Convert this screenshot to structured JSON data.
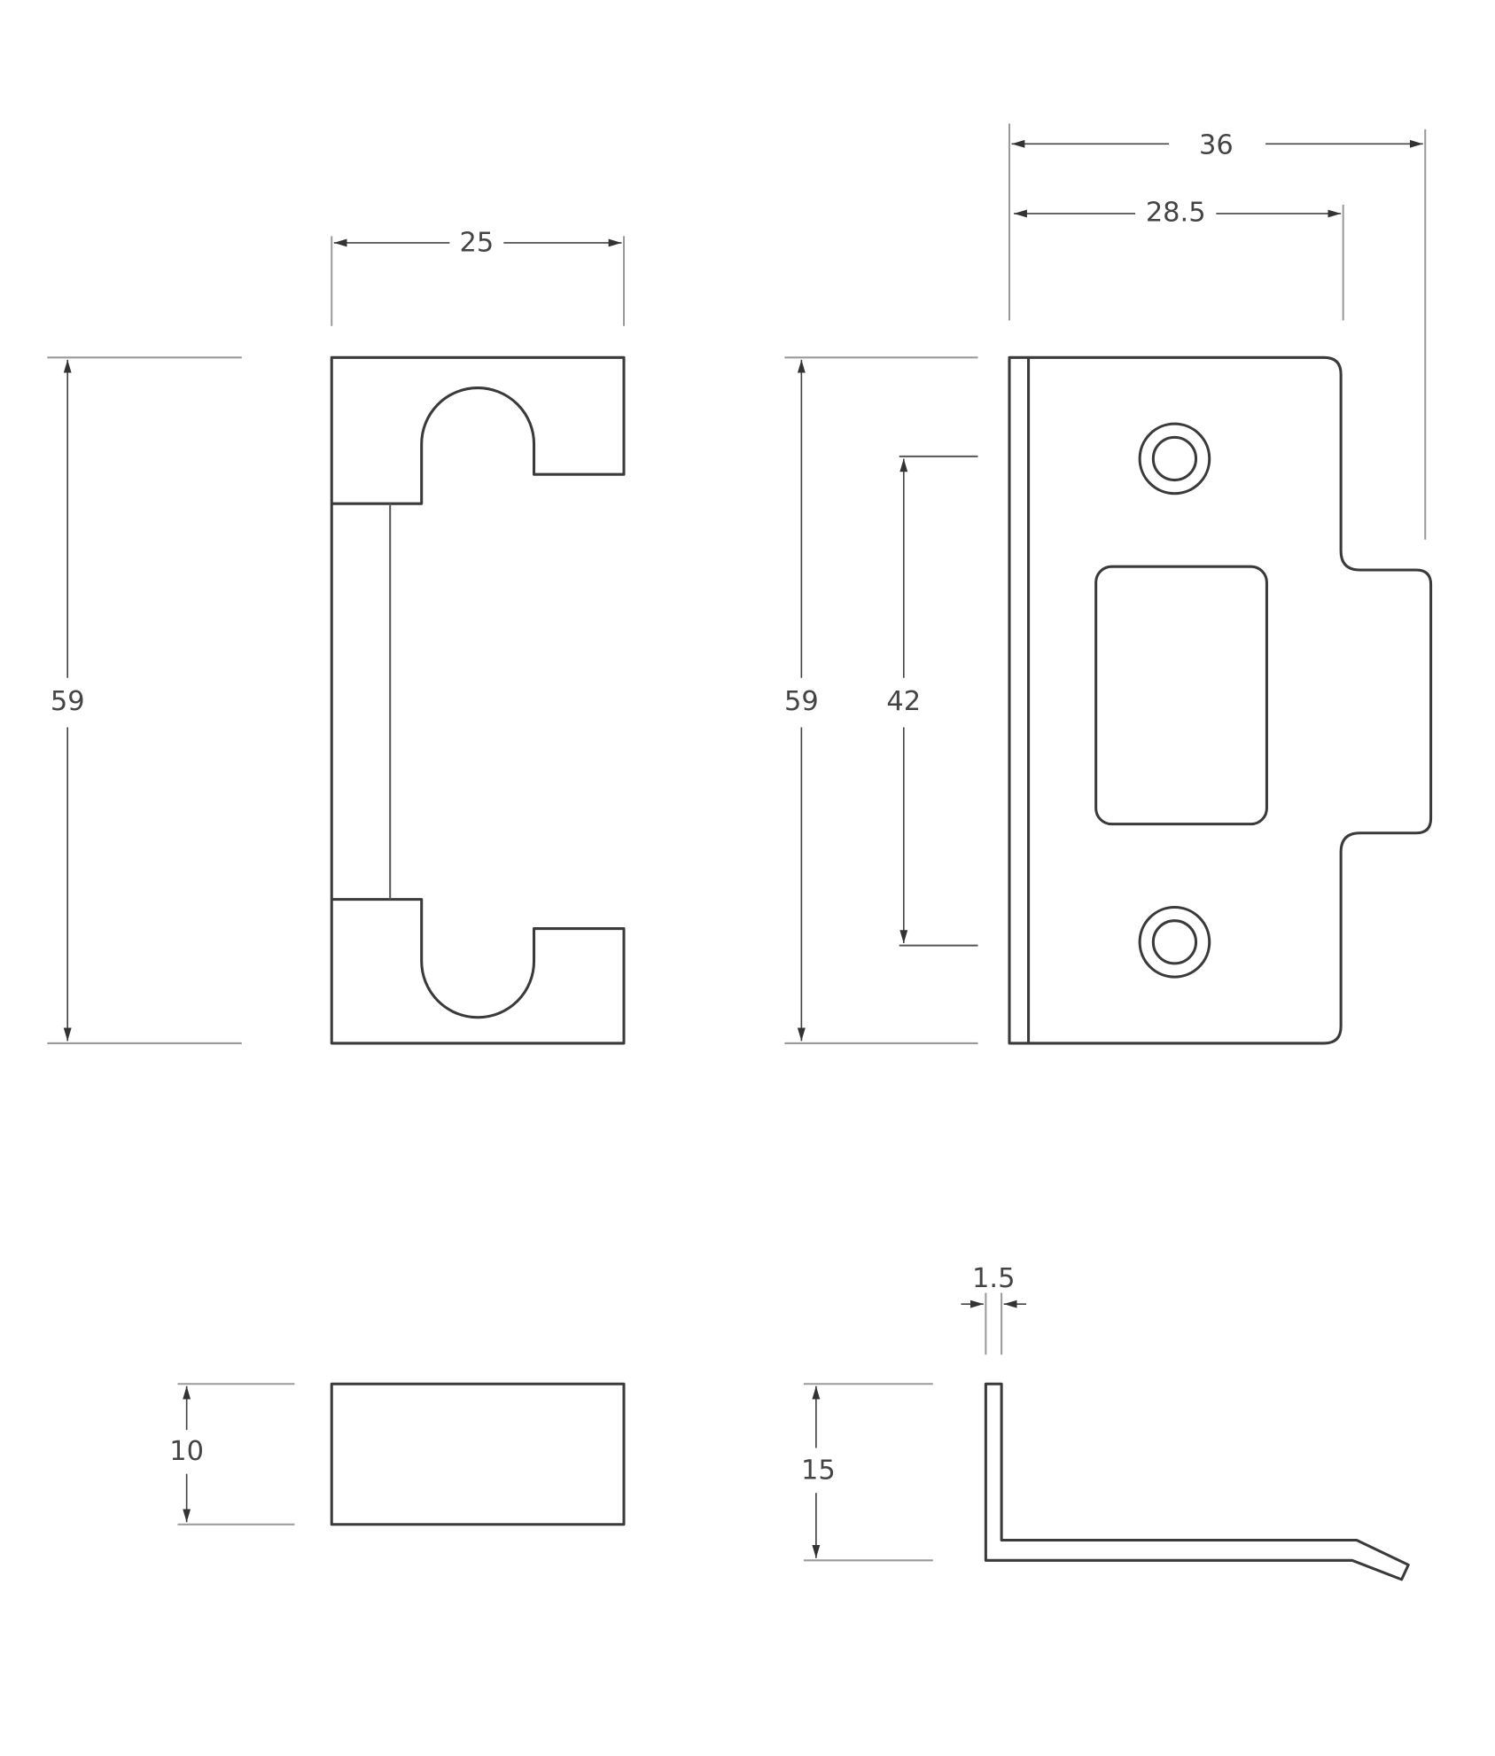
{
  "colors": {
    "line": "#3a3a3a",
    "extension_line": "#9a9a9a",
    "background": "#ffffff"
  },
  "front_view": {
    "width_label": "25",
    "height_label": "59"
  },
  "strike_plate_view": {
    "overall_width_label": "36",
    "width_to_tab_label": "28.5",
    "height_label": "59",
    "hole_centres_label": "42"
  },
  "box_side_view": {
    "depth_label": "10"
  },
  "plate_profile_view": {
    "thickness_label": "1.5",
    "depth_label": "15"
  }
}
